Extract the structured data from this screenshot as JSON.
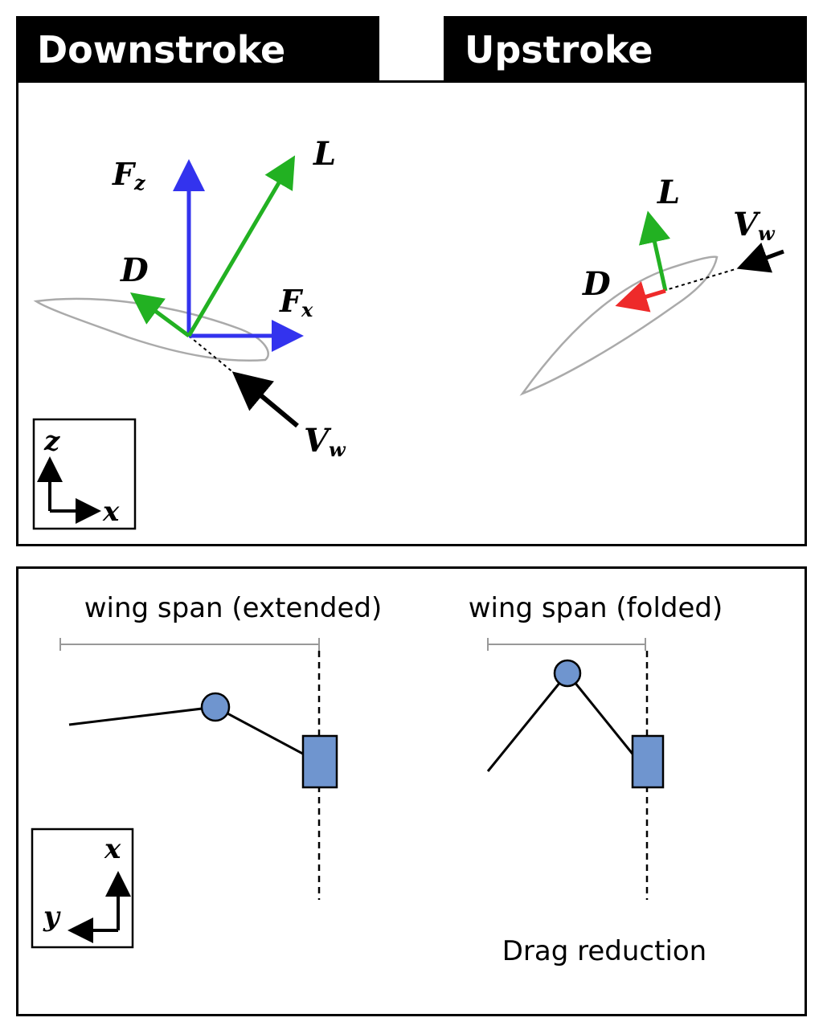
{
  "top": {
    "downstroke_title": "Downstroke",
    "upstroke_title": "Upstroke"
  },
  "downstroke": {
    "labels": {
      "Fz": "F",
      "Fz_sub": "z",
      "L": "L",
      "D": "D",
      "Fx": "F",
      "Fx_sub": "x",
      "Vw": "V",
      "Vw_sub": "w"
    }
  },
  "upstroke": {
    "labels": {
      "L": "L",
      "D": "D",
      "Vw": "V",
      "Vw_sub": "w"
    }
  },
  "axes_top": {
    "z": "z",
    "x": "x"
  },
  "axes_bottom": {
    "x": "x",
    "y": "y"
  },
  "bottom": {
    "span_extended": "wing span (extended)",
    "span_folded": "wing span (folded)",
    "drag_reduction": "Drag reduction"
  },
  "colors": {
    "blue": "#3333ee",
    "green": "#22b122",
    "red": "#ee2a2a",
    "joint": "#6f95cf",
    "airfoil": "#aaaaaa",
    "span_line": "#999999"
  }
}
